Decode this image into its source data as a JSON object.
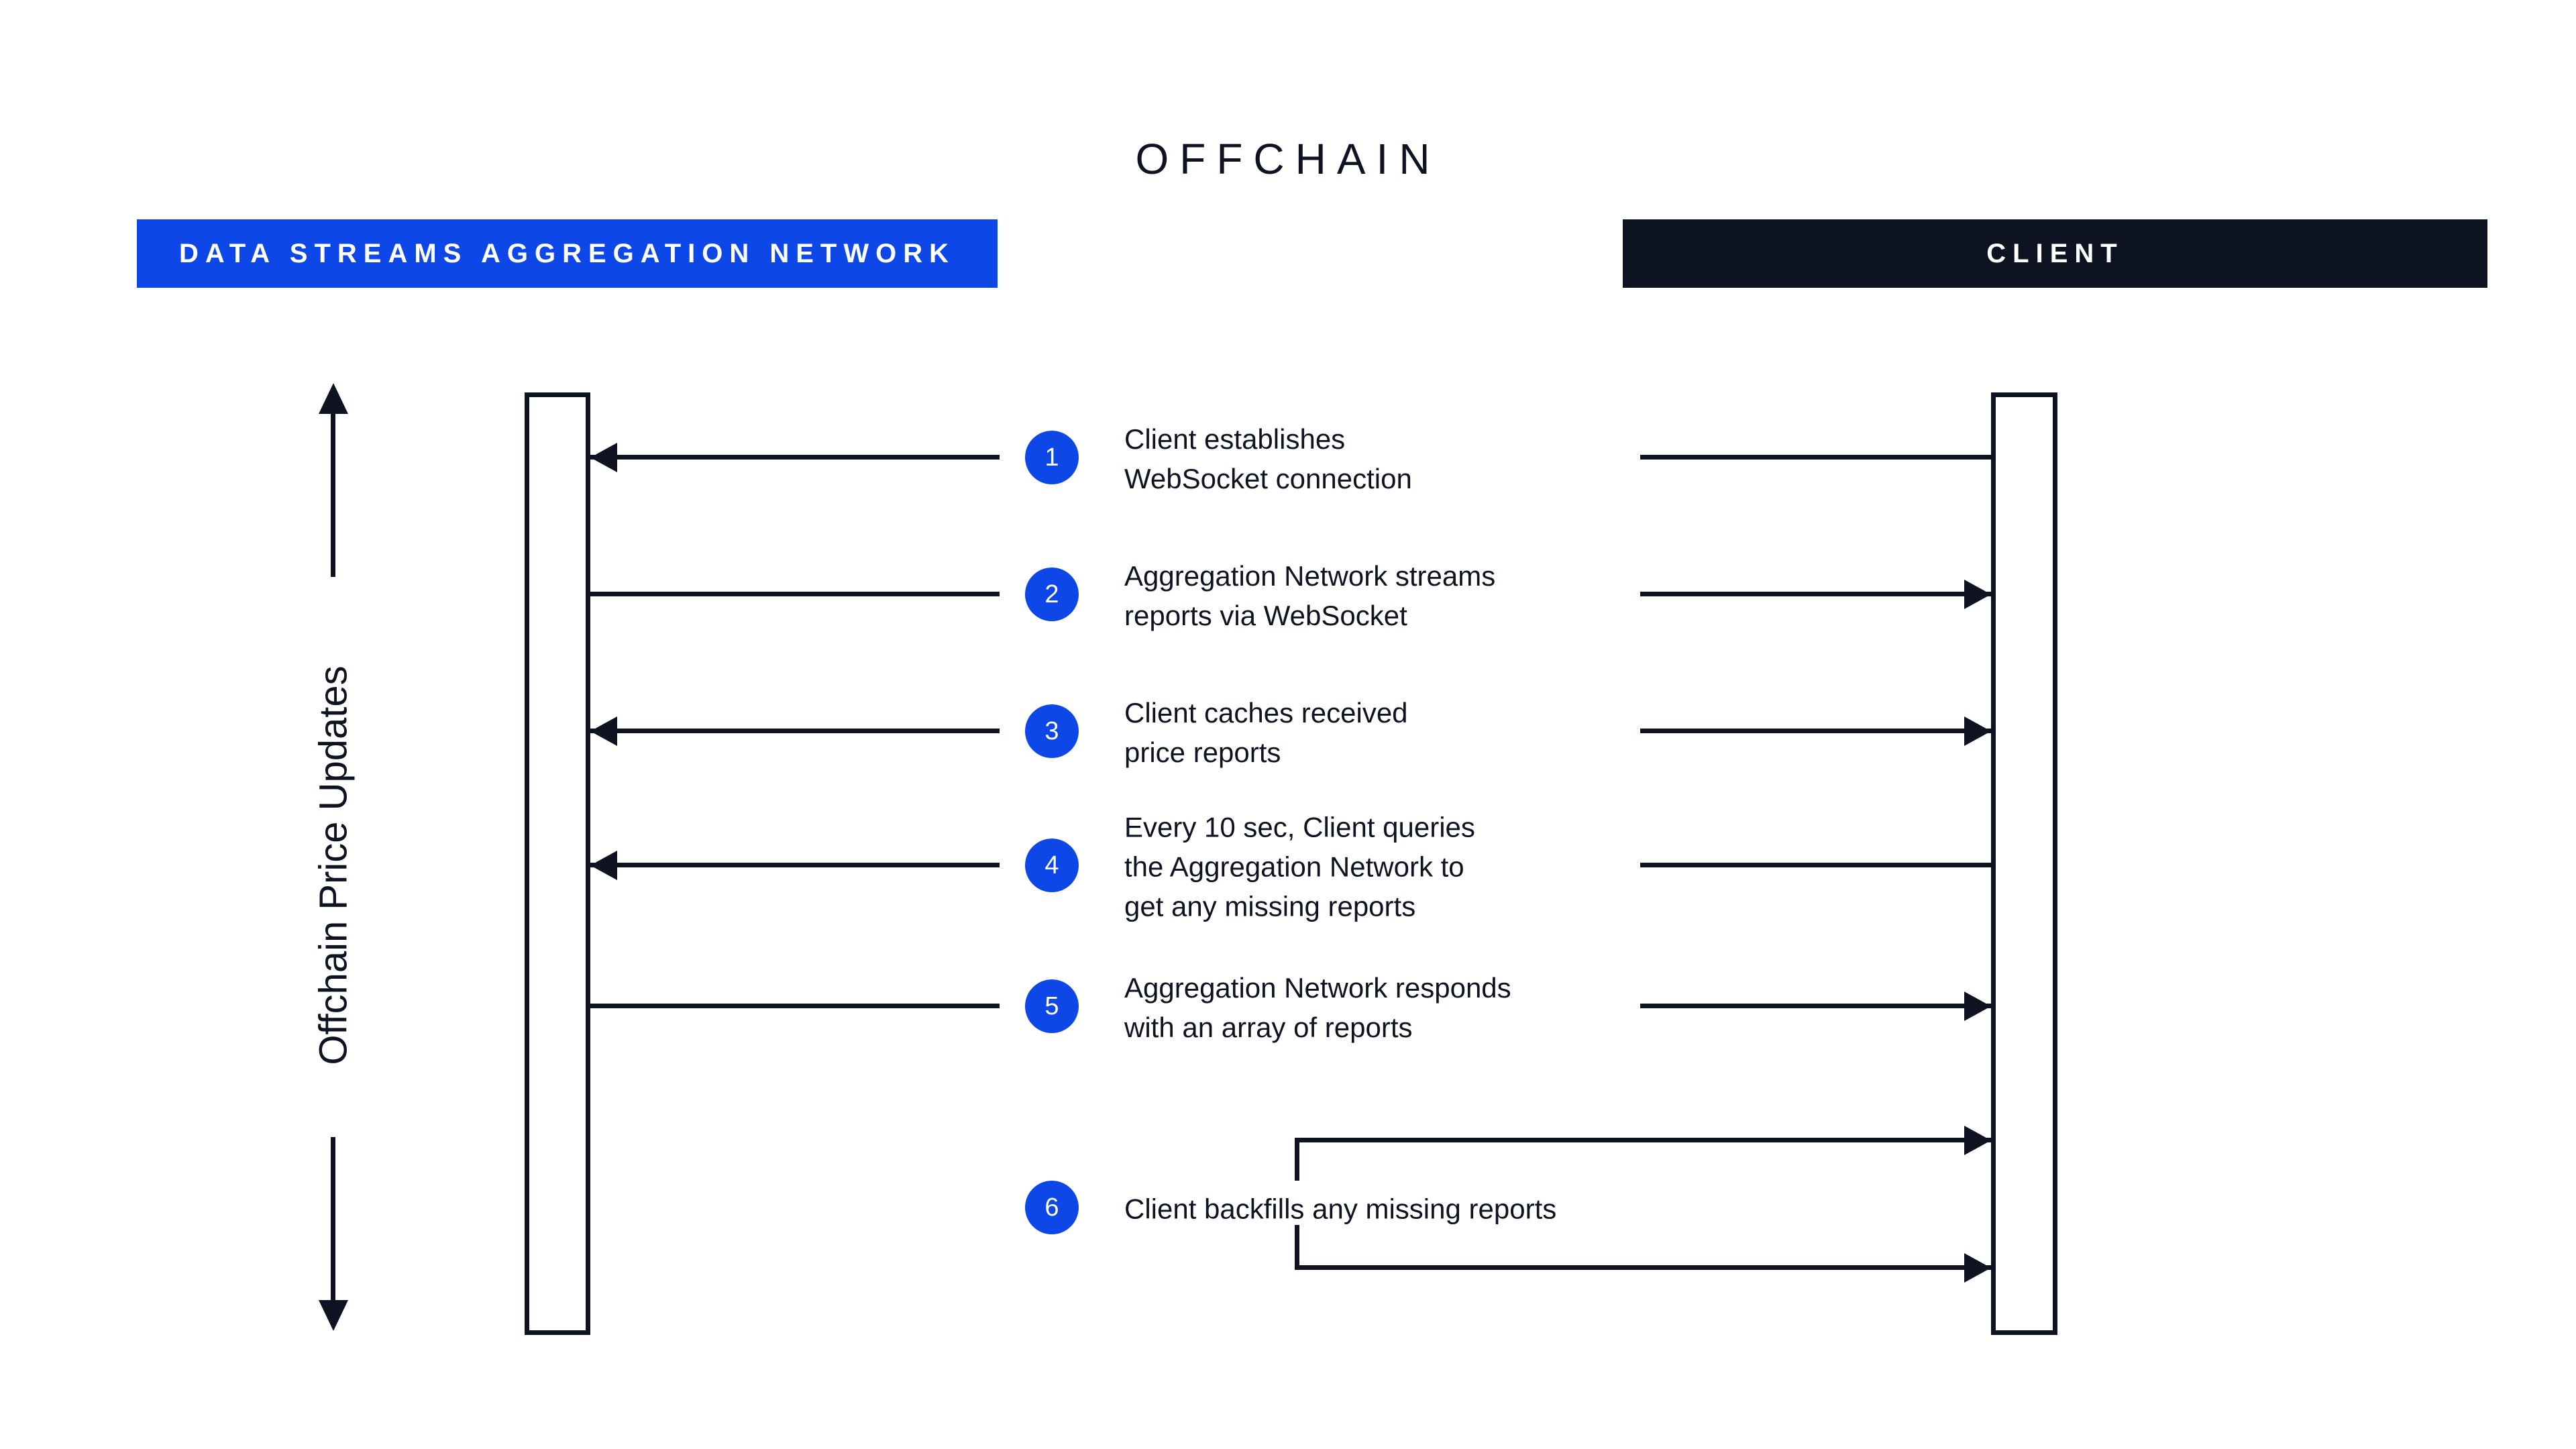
{
  "title": "OFFCHAIN",
  "colors": {
    "accent_blue": "#0D47E8",
    "dark_navy": "#0D1320",
    "background": "#FFFFFF"
  },
  "lanes": {
    "network": {
      "label": "DATA STREAMS AGGREGATION NETWORK"
    },
    "client": {
      "label": "CLIENT"
    }
  },
  "axis": {
    "label": "Offchain Price Updates"
  },
  "steps": [
    {
      "num": "1",
      "text": "Client establishes\nWebSocket connection",
      "direction": "client-to-network"
    },
    {
      "num": "2",
      "text": "Aggregation Network streams\nreports via WebSocket",
      "direction": "network-to-client"
    },
    {
      "num": "3",
      "text": "Client caches received\nprice reports",
      "direction": "both-outward"
    },
    {
      "num": "4",
      "text": "Every 10 sec, Client queries\nthe Aggregation Network to\nget any missing reports",
      "direction": "client-to-network"
    },
    {
      "num": "5",
      "text": "Aggregation Network responds\nwith an array of reports",
      "direction": "network-to-client"
    },
    {
      "num": "6",
      "text": "Client backfills any missing reports",
      "direction": "client-self-loop"
    }
  ]
}
